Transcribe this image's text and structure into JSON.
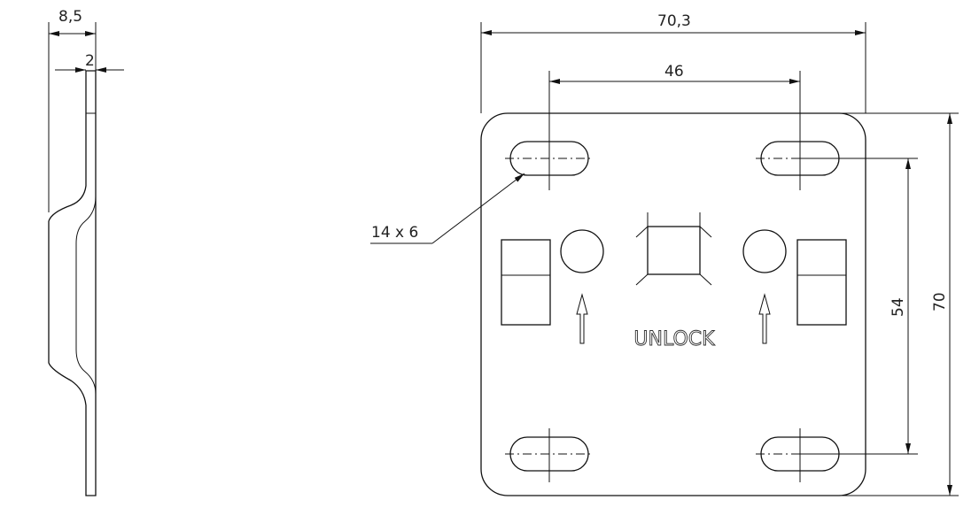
{
  "side_view": {
    "overall_thickness": "8,5",
    "sheet_thickness": "2"
  },
  "front_view": {
    "width": "70,3",
    "hole_spacing_x": "46",
    "hole_spacing_y": "54",
    "height": "70",
    "slot_callout": "14 x 6",
    "engraving": "UNLOCK"
  }
}
